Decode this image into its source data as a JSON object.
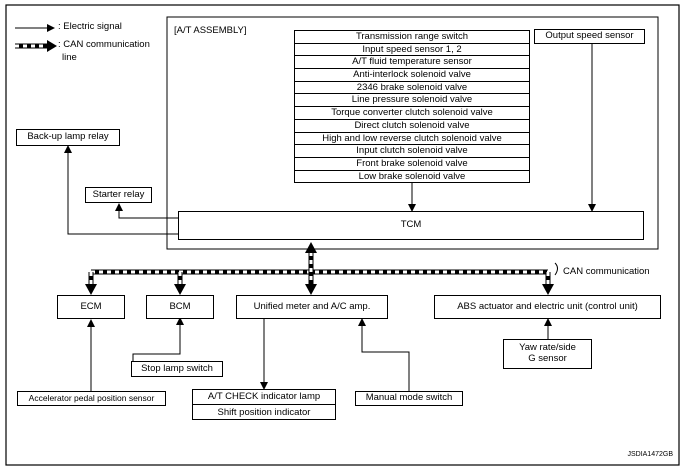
{
  "legend": {
    "electric_signal": ": Electric signal",
    "can_line_1": ": CAN communication",
    "can_line_2": "line"
  },
  "assembly": {
    "title": "[A/T ASSEMBLY]",
    "sensors": [
      "Transmission range switch",
      "Input speed sensor 1, 2",
      "A/T fluid temperature sensor",
      "Anti-interlock solenoid valve",
      "2346 brake solenoid valve",
      "Line pressure solenoid valve",
      "Torque converter clutch solenoid valve",
      "Direct clutch solenoid valve",
      "High and low reverse clutch solenoid valve",
      "Input clutch solenoid valve",
      "Front brake solenoid valve",
      "Low brake solenoid valve"
    ],
    "output_speed_sensor": "Output speed sensor",
    "tcm": "TCM"
  },
  "relays": {
    "backup_lamp": "Back-up lamp relay",
    "starter": "Starter relay"
  },
  "can": {
    "label": "CAN communication"
  },
  "units": {
    "ecm": "ECM",
    "bcm": "BCM",
    "meter": "Unified meter and A/C amp.",
    "abs": "ABS actuator and electric unit (control unit)"
  },
  "inputs": {
    "stop_lamp": "Stop lamp switch",
    "accelerator": "Accelerator pedal position sensor",
    "manual_mode": "Manual mode switch",
    "yaw_line_1": "Yaw rate/side",
    "yaw_line_2": "G sensor"
  },
  "indicators": {
    "check_lamp": "A/T CHECK indicator lamp",
    "shift_position": "Shift position indicator"
  },
  "figure_id": "JSDIA1472GB"
}
